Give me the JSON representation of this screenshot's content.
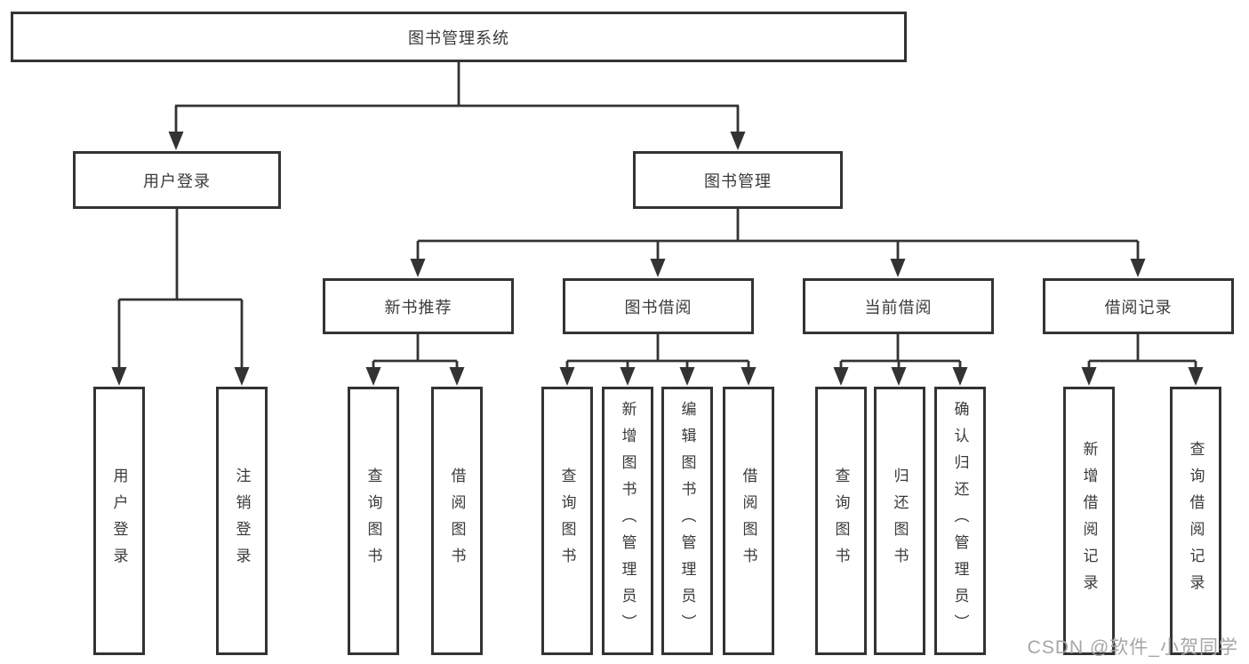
{
  "diagram": {
    "type": "function-structure-tree",
    "tree": {
      "root": {
        "label": "图书管理系统",
        "children": [
          {
            "label": "用户登录",
            "children": [
              {
                "label": "用户登录"
              },
              {
                "label": "注销登录"
              }
            ]
          },
          {
            "label": "图书管理",
            "children": [
              {
                "label": "新书推荐",
                "children": [
                  {
                    "label": "查询图书"
                  },
                  {
                    "label": "借阅图书"
                  }
                ]
              },
              {
                "label": "图书借阅",
                "children": [
                  {
                    "label": "查询图书"
                  },
                  {
                    "label": "新增图书（管理员）"
                  },
                  {
                    "label": "编辑图书（管理员）"
                  },
                  {
                    "label": "借阅图书"
                  }
                ]
              },
              {
                "label": "当前借阅",
                "children": [
                  {
                    "label": "查询图书"
                  },
                  {
                    "label": "归还图书"
                  },
                  {
                    "label": "确认归还（管理员）"
                  }
                ]
              },
              {
                "label": "借阅记录",
                "children": [
                  {
                    "label": "新增借阅记录"
                  },
                  {
                    "label": "查询借阅记录"
                  }
                ]
              }
            ]
          }
        ]
      }
    },
    "colors": {
      "line": "#333333",
      "box_border": "#333333",
      "text": "#3a3a3a",
      "background": "#ffffff",
      "watermark": "#a6a6a6"
    }
  },
  "watermark": {
    "text": "CSDN @软件_小贺同学"
  }
}
